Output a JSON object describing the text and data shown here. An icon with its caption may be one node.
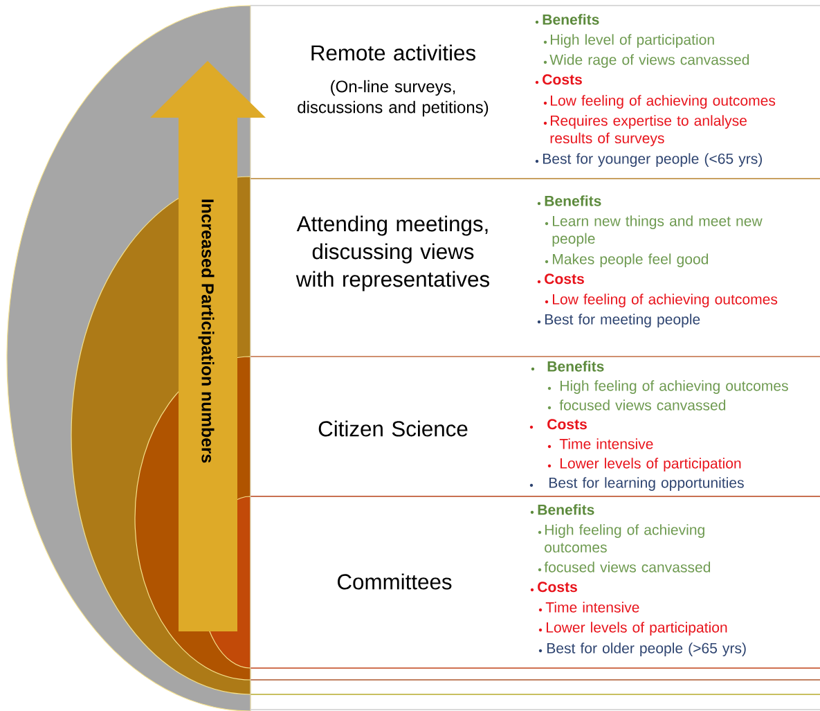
{
  "diagram": {
    "nodes": [
      {
        "text": [
          "Remote activities",
          "(On-line surveys, discussions and petitions)",
          "Benefits",
          "High level of participation",
          "Wide rage of views canvassed",
          "Costs",
          "Low feeling of achieving outcomes",
          "Requires expertise to anlalyse results of surveys",
          "Best for younger people (<65 yrs)"
        ]
      },
      {
        "text": [
          "Attending meetings, discussing views with representatives",
          "Benefits",
          "Learn new things and meet new people",
          "Makes people feel good",
          "Costs",
          "Low feeling of achieving outcomes",
          "Best for meeting people"
        ]
      },
      {
        "text": [
          "Citizen Science",
          "Benefits",
          "High feeling of achieving outcomes",
          "focused views canvassed",
          "Costs",
          "Time intensive",
          "Lower levels of participation",
          "Best for learning opportunities"
        ]
      },
      {
        "text": [
          "Committees",
          "Benefits",
          "High feeling of achieving outcomes",
          "focused views canvassed",
          "Costs",
          "Time intensive",
          "Lower levels of participation",
          "Best for older people (>65 yrs)"
        ]
      }
    ],
    "labels": [
      "Increased Participation numbers"
    ]
  }
}
